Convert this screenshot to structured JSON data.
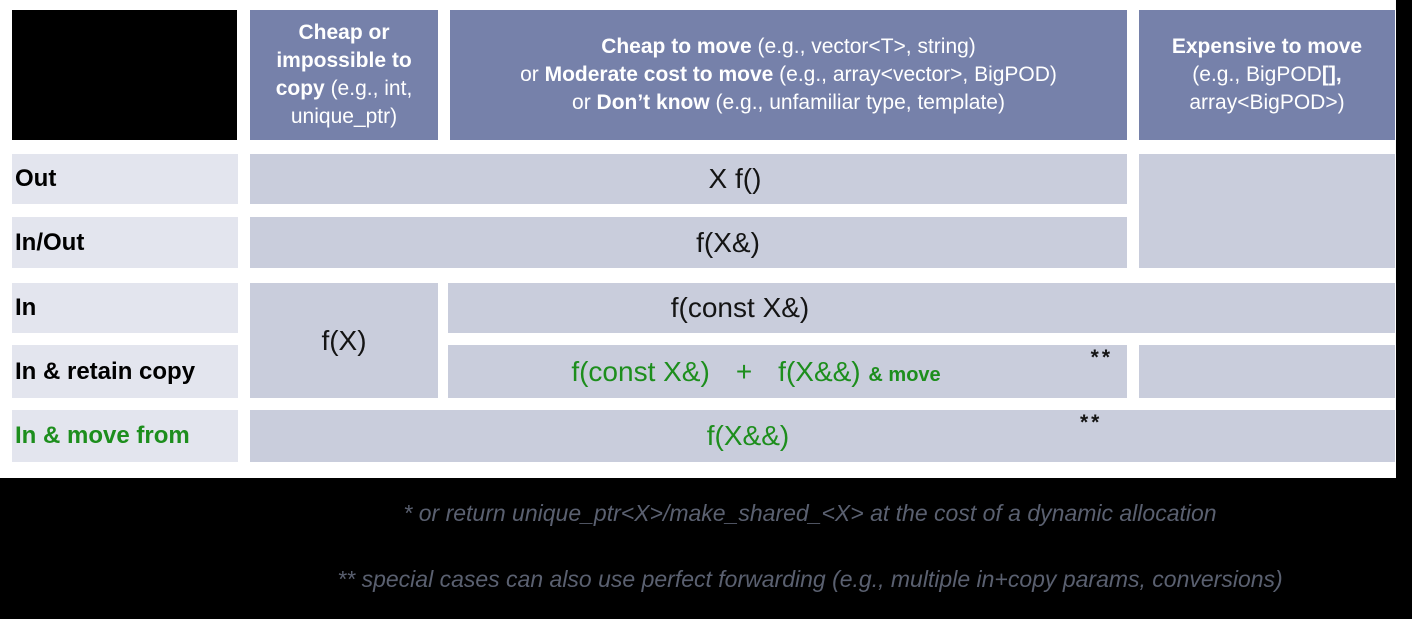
{
  "header": {
    "col1": {
      "bold": "Cheap or impossible to copy",
      "rest": " (e.g., int, unique_ptr)"
    },
    "col2": {
      "line1_bold": "Cheap to move",
      "line1_rest": " (e.g., vector<T>, string)",
      "line2_prefix": "or ",
      "line2_bold": "Moderate cost to move",
      "line2_rest": " (e.g., array<vector>, BigPOD)",
      "line3_prefix": "or ",
      "line3_bold": "Don’t know",
      "line3_rest": " (e.g., unfamiliar type, template)"
    },
    "col3": {
      "line1": "Expensive to move",
      "line2_a": "(e.g., BigPOD",
      "line2_b": "[],",
      "line3": "array<BigPOD>)"
    }
  },
  "rows": {
    "out": {
      "label": "Out",
      "cell": "X f()"
    },
    "inout": {
      "label": "In/Out",
      "cell": "f(X&)"
    },
    "in": {
      "label": "In",
      "cell_copy": "f(X)",
      "cell_ref": "f(const X&)"
    },
    "retain": {
      "label": "In & retain copy",
      "cell_a": "f(const X&)",
      "plus": "+",
      "cell_b": "f(X&&)",
      "suffix": "& move",
      "stars": "**"
    },
    "movefrom": {
      "label": "In & move from",
      "cell": "f(X&&)",
      "stars": "**"
    }
  },
  "footnotes": {
    "line1": "* or return unique_ptr<X>/make_shared_<X> at the cost of a dynamic allocation",
    "line2": "** special cases can also use perfect forwarding (e.g., multiple in+copy params, conversions)"
  },
  "colors": {
    "header_bg": "#7681AA",
    "cell_bg": "#C9CDDC",
    "label_bg": "#E3E5EE",
    "green": "#1D8E1D",
    "footnote_text": "#5A6070",
    "panel_bg": "#FFFFFF",
    "page_bg": "#000000"
  }
}
